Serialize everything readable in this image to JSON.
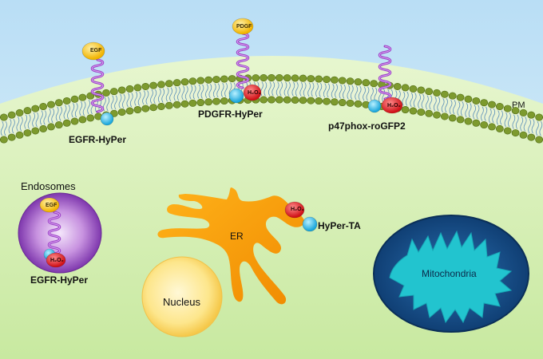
{
  "labels": {
    "pm": "PM",
    "endosomes": "Endosomes",
    "egfr_hyper_membrane": "EGFR-HyPer",
    "pdgfr_hyper": "PDGFR-HyPer",
    "p47phox": "p47phox-roGFP2",
    "egfr_hyper_endosome": "EGFR-HyPer",
    "er": "ER",
    "hyper_ta": "HyPer-TA",
    "nucleus": "Nucleus",
    "mitochondria": "Mitochondria"
  },
  "ligands": {
    "egf": "EGF",
    "pdgf": "PDGF",
    "egf_endosome": "EGF"
  },
  "h2o2": "H₂O₂",
  "colors": {
    "cytoplasm": "#d9f0b8",
    "extracellular": "#d7eef9",
    "lipid_head": "#7d9a2e",
    "receptor": "#9b3fc6",
    "ligand": "#f5c21b",
    "sensor_cyan": "#2bb6e6",
    "h2o2_red": "#e3262b",
    "er": "#f5a000",
    "nucleus": "#fce27a",
    "mitochondria": "#154e8c",
    "mito_inner": "#27c5d1",
    "endosome": "#8b43b8"
  }
}
